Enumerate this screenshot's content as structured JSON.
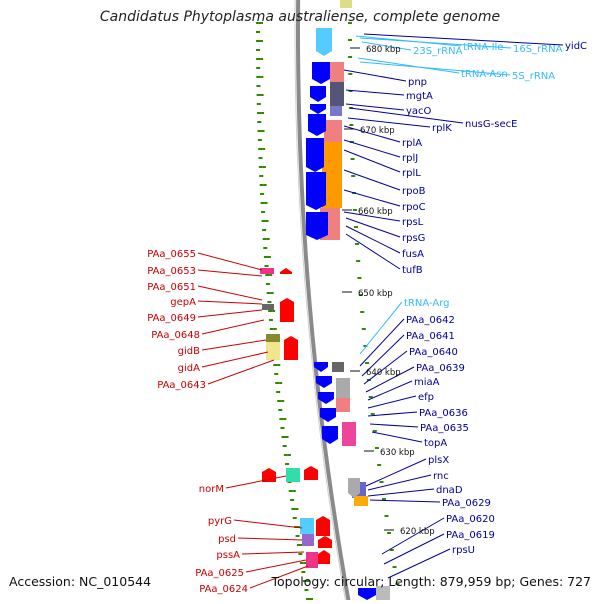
{
  "title": "Candidatus Phytoplasma australiense, complete genome",
  "footer": {
    "accession": "Accession: NC_010544",
    "topology": "Topology: circular; Length: 879,959 bp; Genes: 727"
  },
  "colors": {
    "backbone": "#8a8a8a",
    "gc_dots": "#2e8b00",
    "forward_cds": "#0000ff",
    "reverse_cds": "#ff0000",
    "trna_label": "#33bbff",
    "rrna": "#55ccff",
    "forward_label": "#000099",
    "reverse_label": "#cc0000",
    "kbp_tick_label": "#111111"
  },
  "kbp_ticks": [
    "680 kbp",
    "670 kbp",
    "660 kbp",
    "650 kbp",
    "640 kbp",
    "630 kbp",
    "620 kbp"
  ],
  "right_labels": [
    "tRNA-Ile",
    "16S_rRNA",
    "yidC",
    "23S_rRNA",
    "tRNA-Asn",
    "5S_rRNA",
    "pnp",
    "mgtA",
    "yacO",
    "nusG-secE",
    "rplK",
    "rplA",
    "rplJ",
    "rplL",
    "rpoB",
    "rpoC",
    "rpsL",
    "rpsG",
    "fusA",
    "tufB",
    "tRNA-Arg",
    "PAa_0642",
    "PAa_0641",
    "PAa_0640",
    "PAa_0639",
    "miaA",
    "efp",
    "PAa_0636",
    "PAa_0635",
    "topA",
    "plsX",
    "rnc",
    "dnaD",
    "PAa_0629",
    "PAa_0620",
    "PAa_0619",
    "rpsU"
  ],
  "left_labels": [
    "PAa_0655",
    "PAa_0653",
    "PAa_0651",
    "gepA",
    "PAa_0649",
    "PAa_0648",
    "gidB",
    "gidA",
    "PAa_0643",
    "norM",
    "pyrG",
    "psd",
    "pssA",
    "PAa_0625",
    "PAa_0624"
  ]
}
